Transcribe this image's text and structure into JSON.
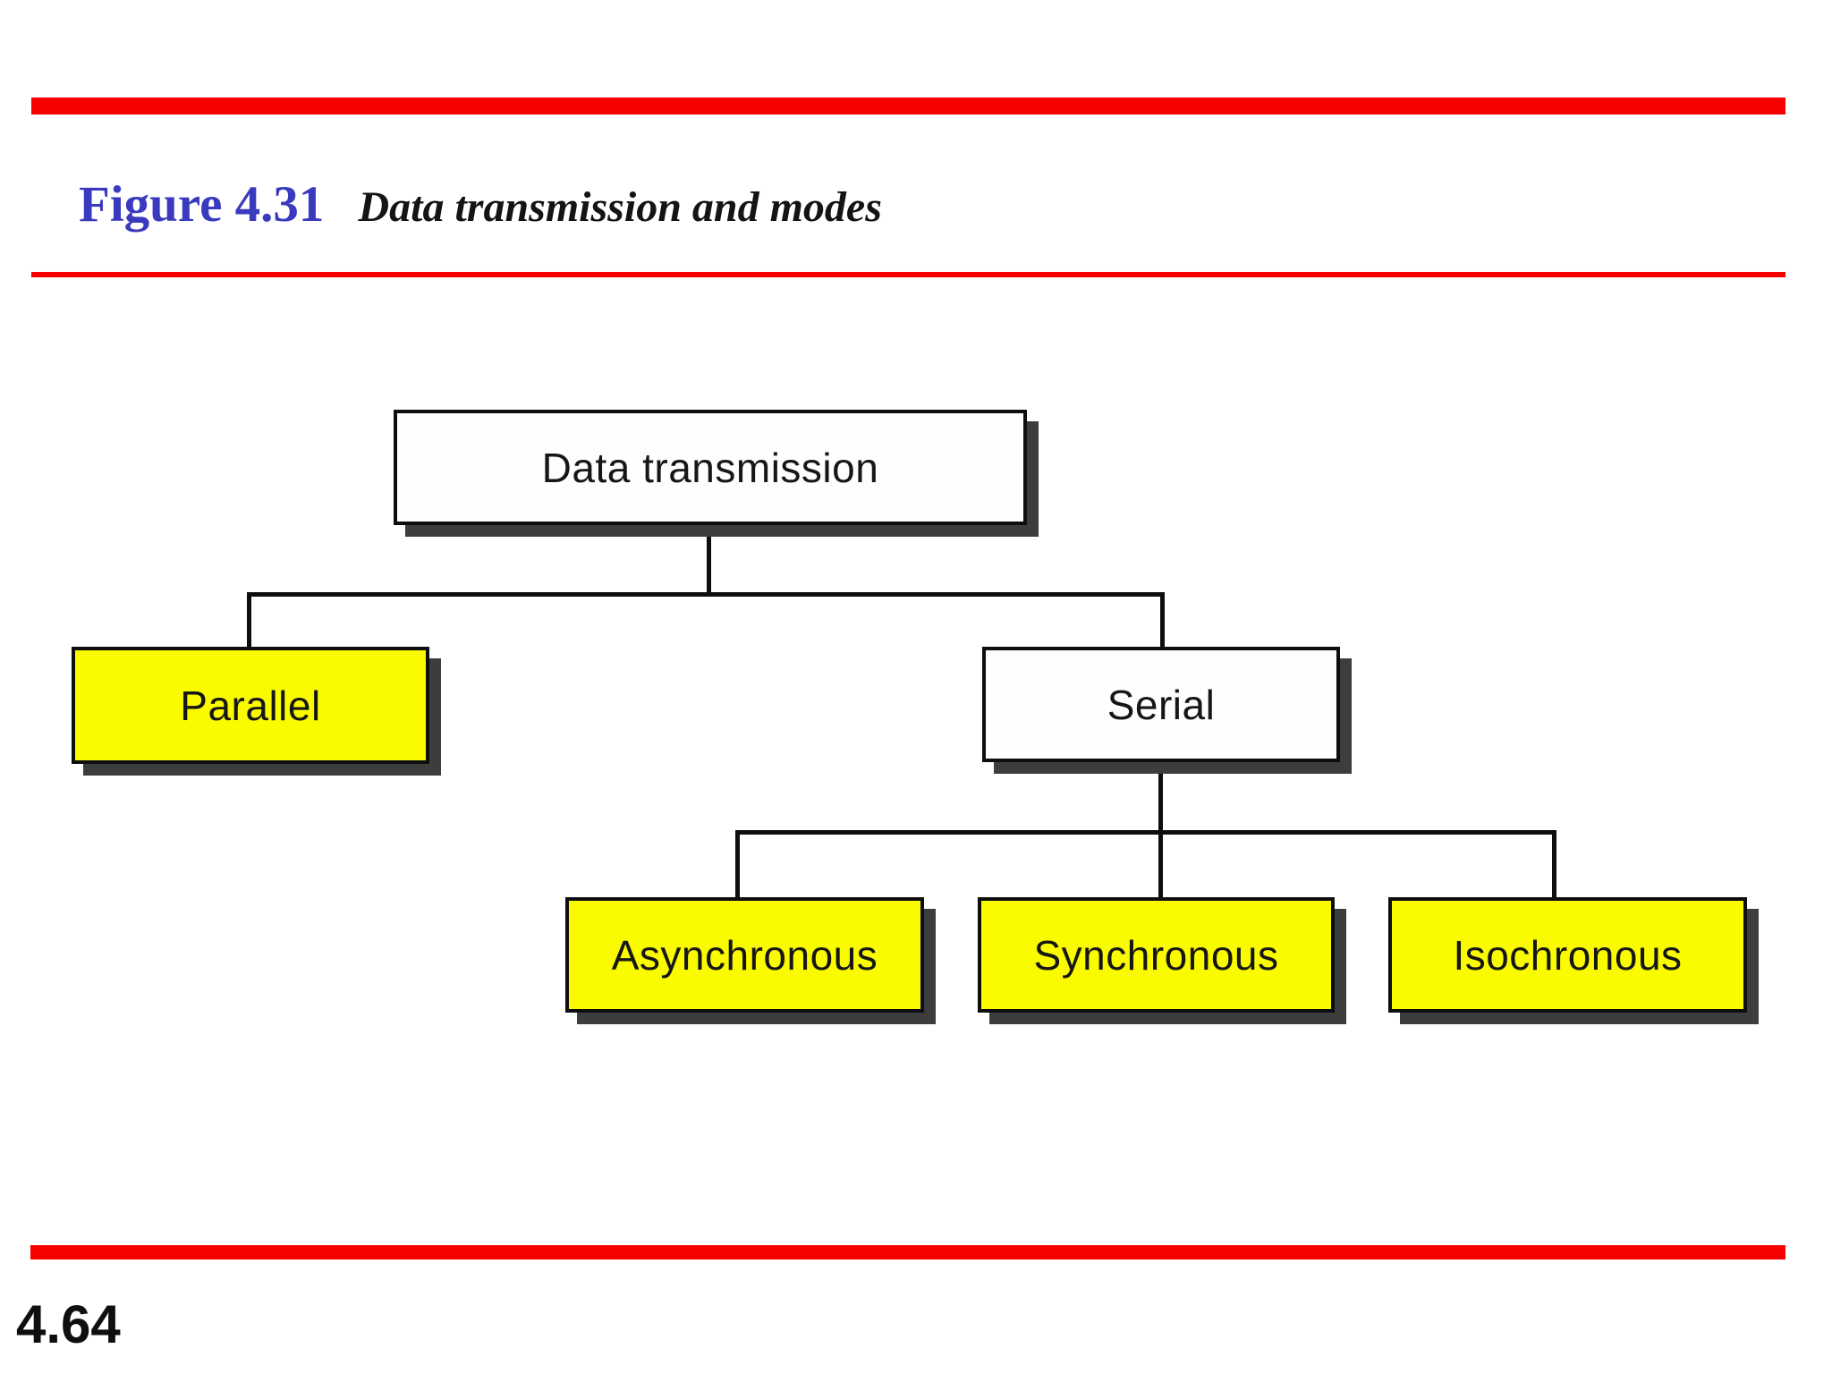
{
  "header": {
    "figure_label": "Figure 4.31",
    "figure_caption": "Data transmission and modes"
  },
  "footer": {
    "page_number": "4.64"
  },
  "colors": {
    "accent_red": "#F80000",
    "figure_label_blue": "#3A3ABF",
    "node_yellow": "#FBFB00",
    "node_white": "#FEFEFE",
    "node_border": "#0E0E0E",
    "node_shadow": "#3D3D3D",
    "text_black": "#161616"
  },
  "diagram": {
    "type": "tree",
    "title": "Data transmission and modes",
    "nodes": [
      {
        "id": "root",
        "label": "Data transmission",
        "fill": "white"
      },
      {
        "id": "parallel",
        "label": "Parallel",
        "fill": "yellow"
      },
      {
        "id": "serial",
        "label": "Serial",
        "fill": "white"
      },
      {
        "id": "asynchronous",
        "label": "Asynchronous",
        "fill": "yellow"
      },
      {
        "id": "synchronous",
        "label": "Synchronous",
        "fill": "yellow"
      },
      {
        "id": "isochronous",
        "label": "Isochronous",
        "fill": "yellow"
      }
    ],
    "edges": [
      {
        "from": "Data transmission",
        "to": "Parallel"
      },
      {
        "from": "Data transmission",
        "to": "Serial"
      },
      {
        "from": "Serial",
        "to": "Asynchronous"
      },
      {
        "from": "Serial",
        "to": "Synchronous"
      },
      {
        "from": "Serial",
        "to": "Isochronous"
      }
    ]
  }
}
